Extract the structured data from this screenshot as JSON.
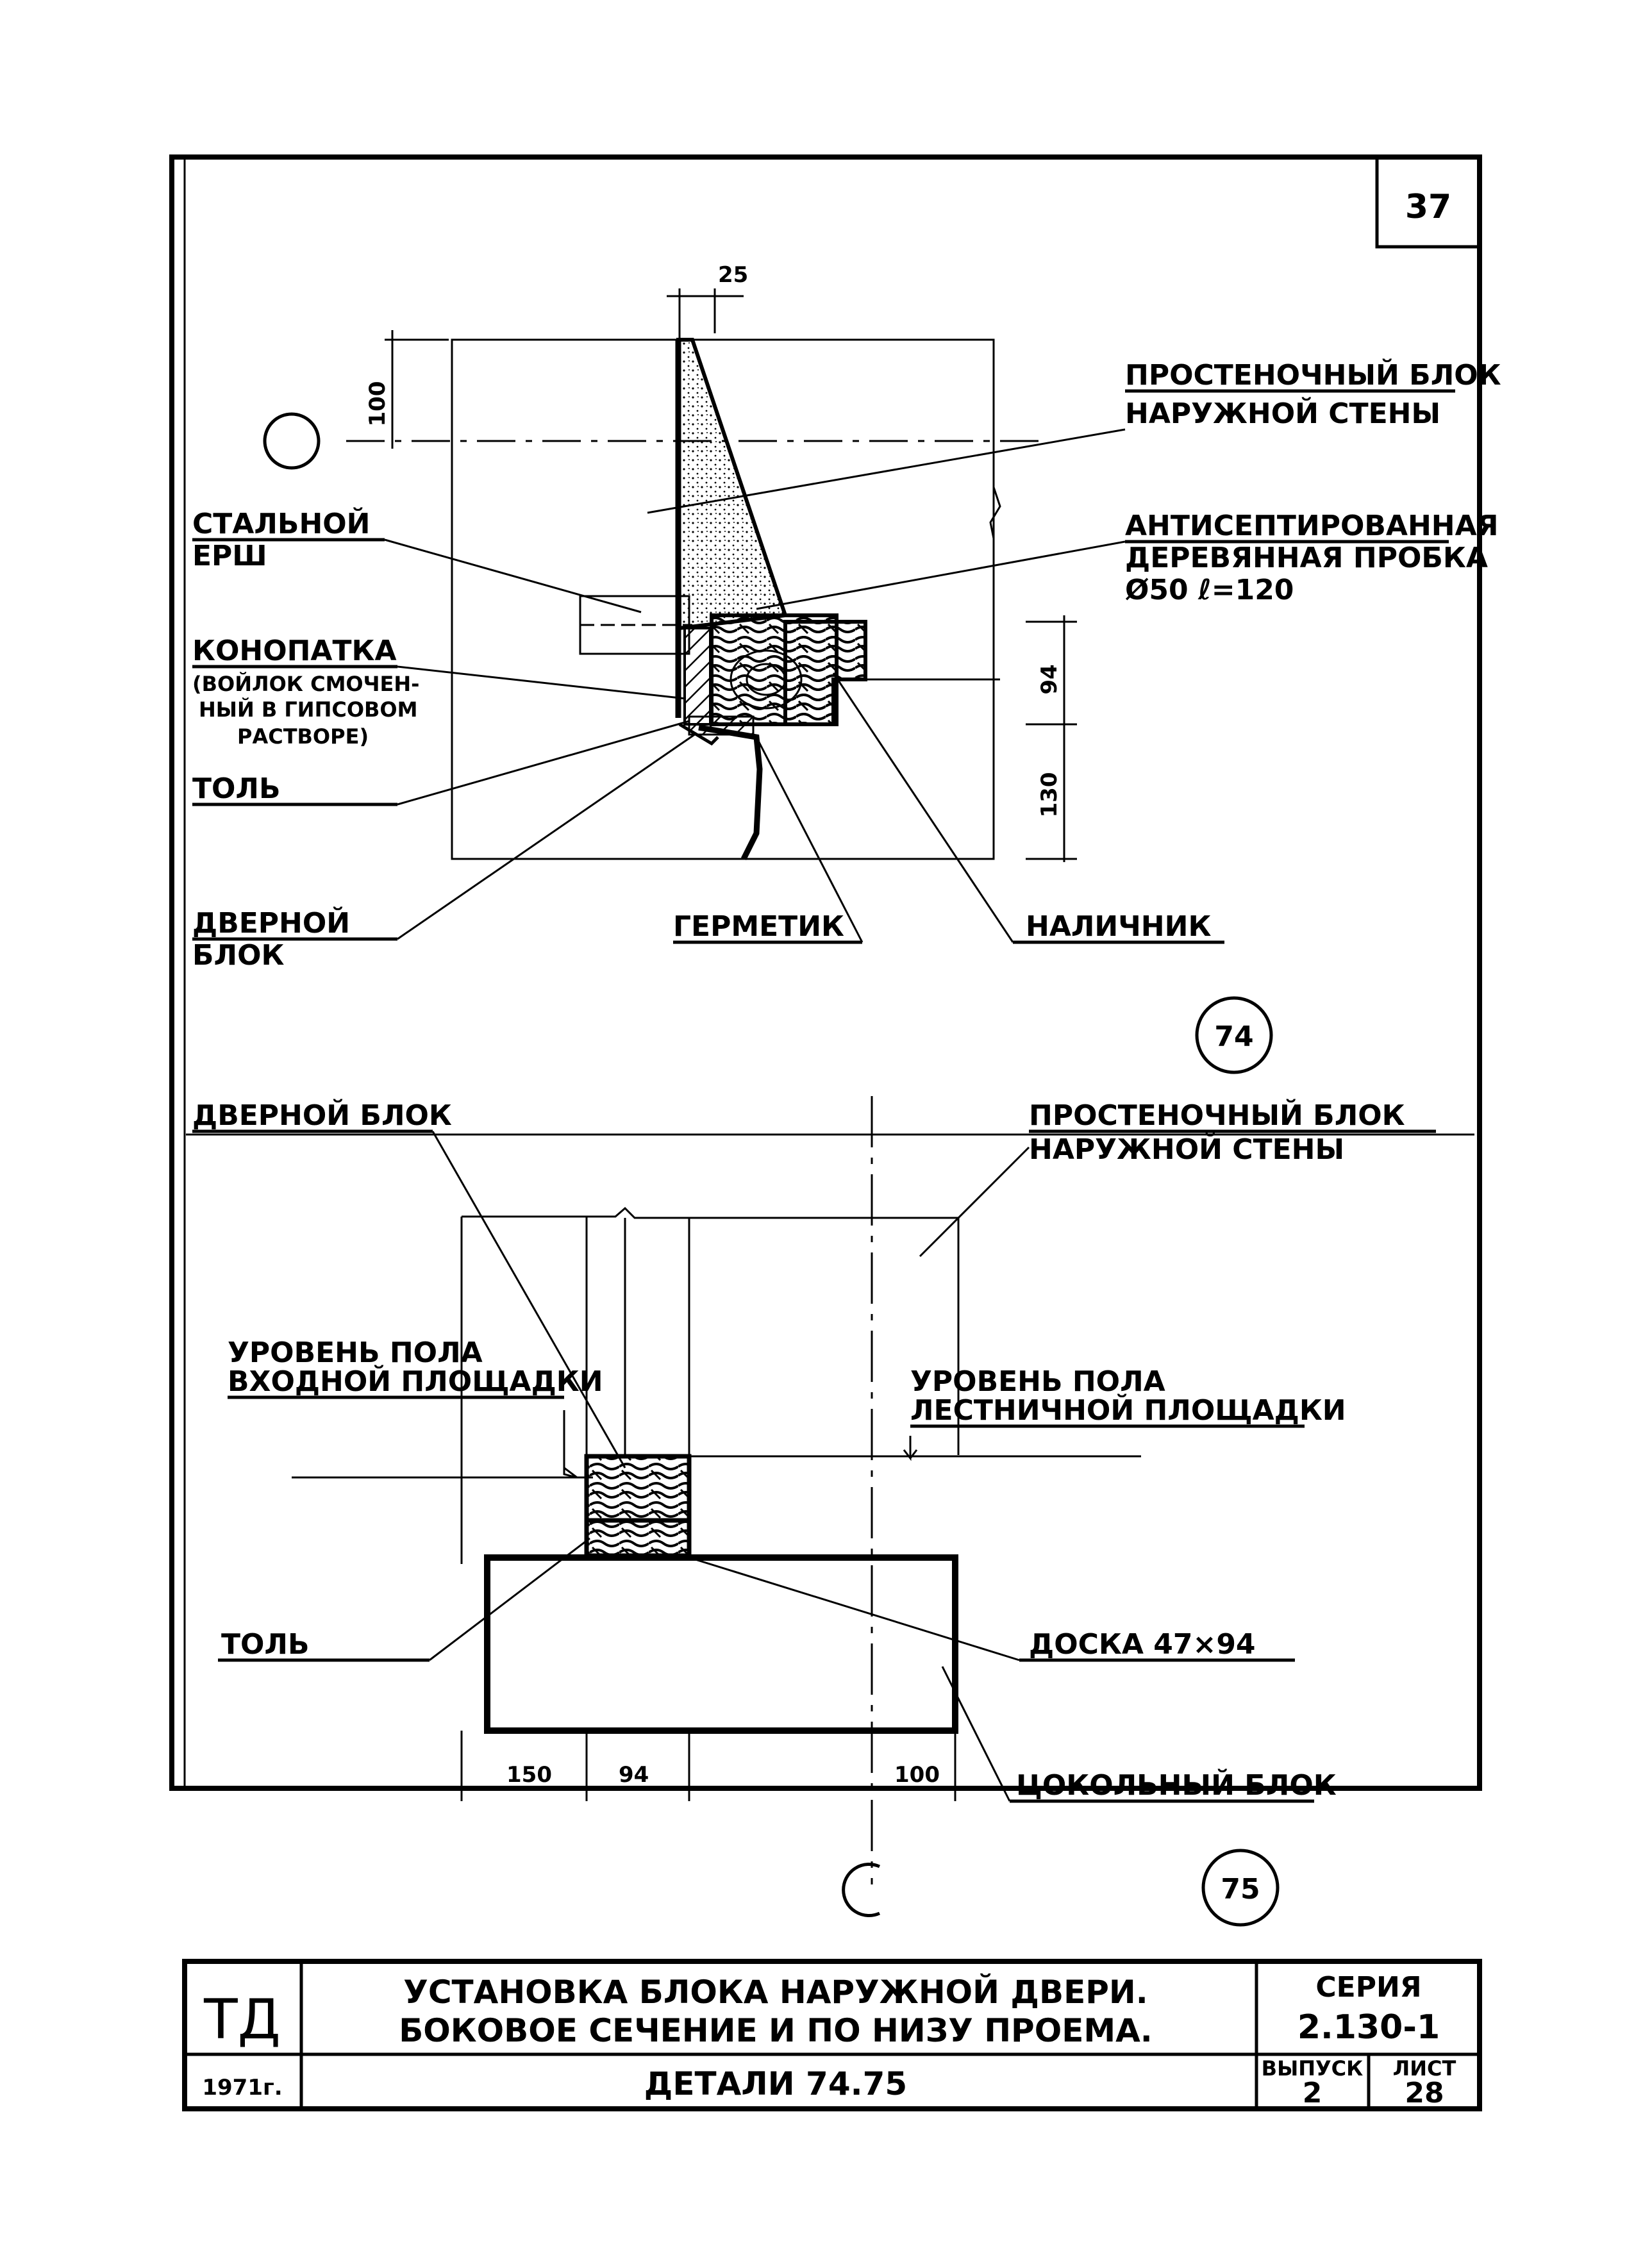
{
  "sheet_number": "37",
  "detail74": {
    "mark": "74",
    "dims": {
      "top_25": "25",
      "left_100": "100",
      "right_94": "94",
      "right_130": "130"
    },
    "labels": {
      "prost_line1": "ПРОСТЕНОЧНЫЙ БЛОК",
      "prost_line2": "НАРУЖНОЙ СТЕНЫ",
      "stal_line1": "СТАЛЬНОЙ",
      "stal_line2": "ЕРШ",
      "anti_line1": "АНТИСЕПТИРОВАННАЯ",
      "anti_line2": "ДЕРЕВЯННАЯ ПРОБКА",
      "anti_line3": "Ø50 ℓ=120",
      "kon_line1": "КОНОПАТКА",
      "kon_line2": "(ВОЙЛОК СМОЧЕН-",
      "kon_line3": "НЫЙ В ГИПСОВОМ",
      "kon_line4": "РАСТВОРЕ)",
      "tol": "ТОЛЬ",
      "dver_line1": "ДВЕРНОЙ",
      "dver_line2": "БЛОК",
      "germetik": "ГЕРМЕТИК",
      "nalichnik": "НАЛИЧНИК"
    }
  },
  "detail75": {
    "mark": "75",
    "dims": {
      "d150": "150",
      "d94": "94",
      "d100": "100"
    },
    "labels": {
      "dver": "ДВЕРНОЙ БЛОК",
      "prost_line1": "ПРОСТЕНОЧНЫЙ БЛОК",
      "prost_line2": "НАРУЖНОЙ СТЕНЫ",
      "ur_vh_line1": "УРОВЕНЬ ПОЛА",
      "ur_vh_line2": "ВХОДНОЙ ПЛОЩАДКИ",
      "ur_lest_line1": "УРОВЕНЬ ПОЛА",
      "ur_lest_line2": "ЛЕСТНИЧНОЙ ПЛОЩАДКИ",
      "tol": "ТОЛЬ",
      "doska": "ДОСКА 47×94",
      "cokol": "ЦОКОЛЬНЫЙ БЛОК"
    }
  },
  "title_block": {
    "code": "ТД",
    "year": "1971г.",
    "title_line1": "УСТАНОВКА БЛОКА НАРУЖНОЙ ДВЕРИ.",
    "title_line2": "БОКОВОЕ СЕЧЕНИЕ И ПО НИЗУ ПРОЕМА.",
    "subtitle": "ДЕТАЛИ 74.75",
    "seriya_label": "СЕРИЯ",
    "seriya_value": "2.130-1",
    "vypusk_label": "ВЫПУСК",
    "vypusk_value": "2",
    "list_label": "ЛИСТ",
    "list_value": "28"
  }
}
